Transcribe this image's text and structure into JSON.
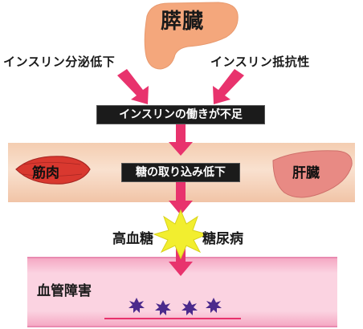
{
  "organ_title": "膵臓",
  "left_cause": "インスリン分泌低下",
  "right_cause": "インスリン抵抗性",
  "box1": "インスリンの働きが不足",
  "muscle_label": "筋肉",
  "box2": "糖の取り込み低下",
  "liver_label": "肝臓",
  "hyperglycemia": "高血糖",
  "diabetes": "糖尿病",
  "vessel_label": "血管障害",
  "colors": {
    "arrow": "#e8336d",
    "pancreas": "#f4a77c",
    "muscle": "#d9382f",
    "liver": "#e88a84",
    "burst": "#f2ee2f",
    "particle": "#4b2a8c"
  }
}
